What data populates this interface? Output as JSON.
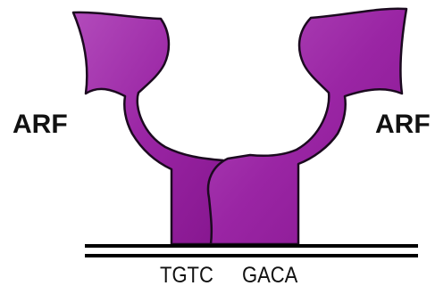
{
  "labels": {
    "left_protein": "ARF",
    "right_protein": "ARF",
    "left_motif": "TGTC",
    "right_motif": "GACA"
  },
  "colors": {
    "protein_fill": "#9f2aa9",
    "protein_highlight": "#c46cc9",
    "protein_outline": "#1b0a1f",
    "dna": "#000000"
  }
}
